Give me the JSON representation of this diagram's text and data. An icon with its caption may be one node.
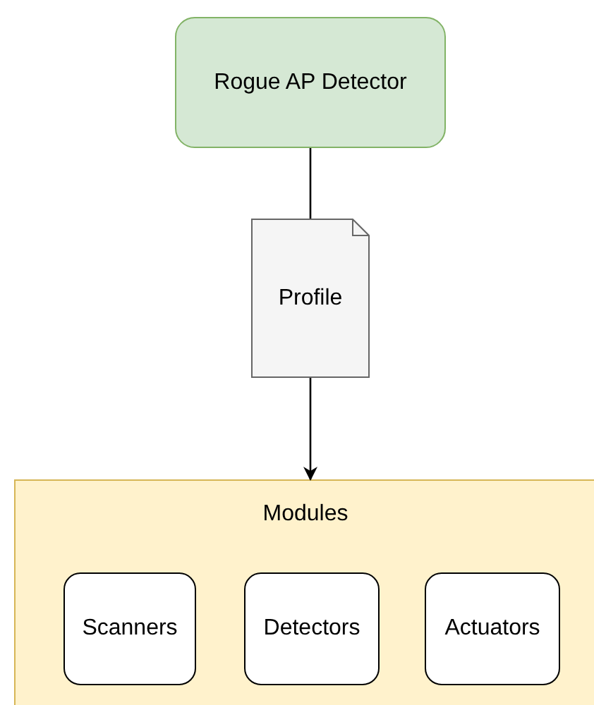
{
  "diagram": {
    "nodes": [
      {
        "text": [
          "Rogue AP Detector"
        ]
      },
      {
        "text": [
          "Profile"
        ]
      },
      {
        "text": [
          "Modules"
        ]
      },
      {
        "text": [
          "Scanners"
        ],
        "in": 2
      },
      {
        "text": [
          "Detectors"
        ],
        "in": 2
      },
      {
        "text": [
          "Actuators"
        ],
        "in": 2
      }
    ],
    "edges": [
      {
        "from": 0,
        "to": 1,
        "arrow": "none"
      },
      {
        "from": 1,
        "to": 2,
        "arrow": "to"
      }
    ]
  }
}
